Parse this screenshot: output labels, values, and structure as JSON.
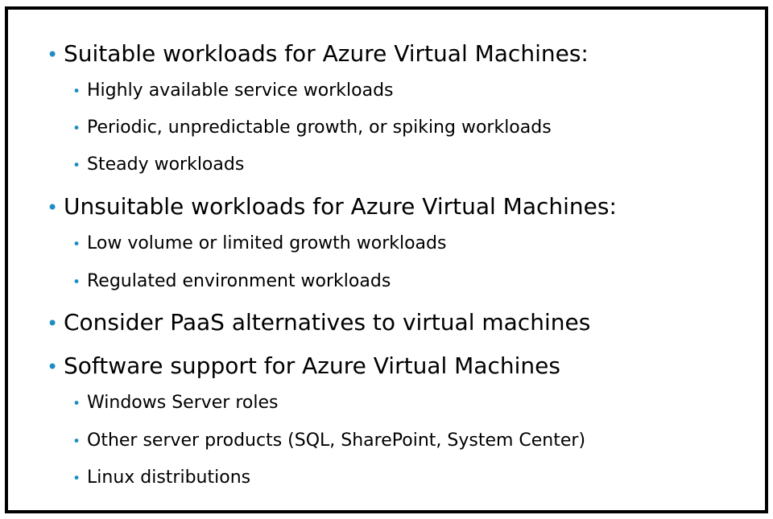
{
  "bullet_color": "#1F8DC2",
  "bullets": [
    {
      "level": 1,
      "text": "Suitable workloads for Azure Virtual Machines:"
    },
    {
      "level": 2,
      "text": "Highly available service workloads"
    },
    {
      "level": 2,
      "text": "Periodic, unpredictable growth, or spiking workloads"
    },
    {
      "level": 2,
      "text": "Steady workloads"
    },
    {
      "level": 1,
      "text": "Unsuitable workloads for Azure Virtual Machines:"
    },
    {
      "level": 2,
      "text": "Low volume or limited growth workloads"
    },
    {
      "level": 2,
      "text": "Regulated environment workloads"
    },
    {
      "level": 1,
      "text": "Consider PaaS alternatives to virtual machines"
    },
    {
      "level": 1,
      "text": "Software support for Azure Virtual Machines"
    },
    {
      "level": 2,
      "text": "Windows Server roles"
    },
    {
      "level": 2,
      "text": "Other server products (SQL, SharePoint, System Center)"
    },
    {
      "level": 2,
      "text": "Linux distributions"
    }
  ]
}
